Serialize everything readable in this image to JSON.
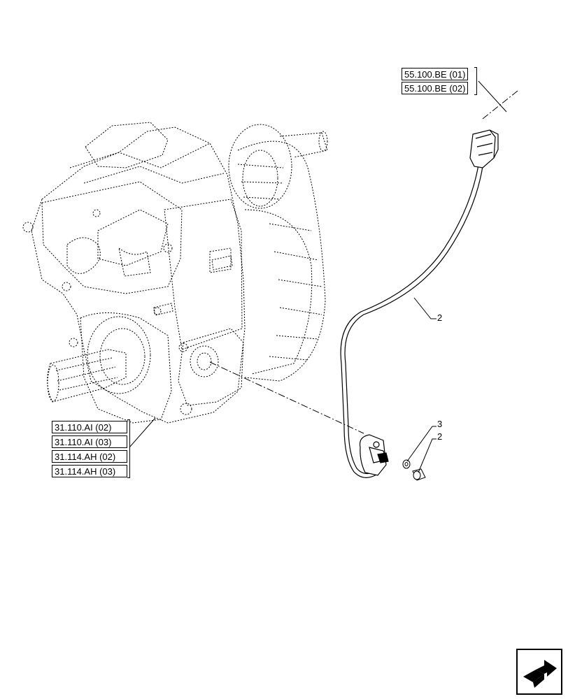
{
  "refs_top": [
    "55.100.BE (01)",
    "55.100.BE (02)"
  ],
  "refs_left": [
    "31.110.AI (02)",
    "31.110.AI (03)",
    "31.114.AH (02)",
    "31.114.AH (03)"
  ],
  "callouts": {
    "harness": "2",
    "washer": "3",
    "bolt": "2"
  },
  "icons": {
    "nav": "next-page-arrow-icon"
  }
}
